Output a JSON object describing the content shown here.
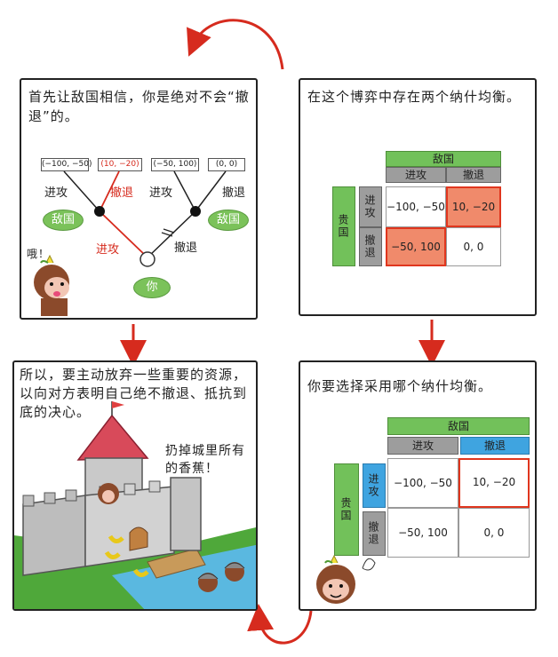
{
  "panel1": {
    "text": "首先让敌国相信，你是绝对不会“撤退”的。",
    "payoffs": [
      "(−100, −50)",
      "(10, −20)",
      "(−50, 100)",
      "(0, 0)"
    ],
    "labels": {
      "attack_left": "进攻",
      "retreat_red": "撤退",
      "attack_mid": "进攻",
      "retreat_right": "撤退",
      "attack_red": "进攻",
      "retreat_bottom": "撤退",
      "enemy_left": "敌国",
      "enemy_right": "敌国",
      "you": "你",
      "oh": "哦！"
    }
  },
  "panel2": {
    "text": "在这个博弈中存在两个纳什均衡。",
    "table": {
      "top_header": "敌国",
      "col_headers": [
        "进攻",
        "撤退"
      ],
      "side_header": "贵国",
      "row_headers": [
        "进攻",
        "撤退"
      ],
      "cells": [
        [
          "−100, −50",
          "10, −20"
        ],
        [
          "−50, 100",
          "0, 0"
        ]
      ]
    }
  },
  "panel3": {
    "text": "所以，要主动放弃一些重要的资源，以向对方表明自己绝不撤退、抵抗到底的决心。",
    "speech": "扔掉城里所有的香蕉！"
  },
  "panel4": {
    "text": "你要选择采用哪个纳什均衡。",
    "table": {
      "top_header": "敌国",
      "col_headers": [
        "进攻",
        "撤退"
      ],
      "side_header": "贵国",
      "row_headers": [
        "进攻",
        "撤退"
      ],
      "cells": [
        [
          "−100, −50",
          "10, −20"
        ],
        [
          "−50, 100",
          "0, 0"
        ]
      ]
    }
  },
  "colors": {
    "accent_red": "#e0361e",
    "green": "#72c15a",
    "blue": "#3fa4e0",
    "gray": "#9d9d9d",
    "highlight": "#f08a6b"
  }
}
